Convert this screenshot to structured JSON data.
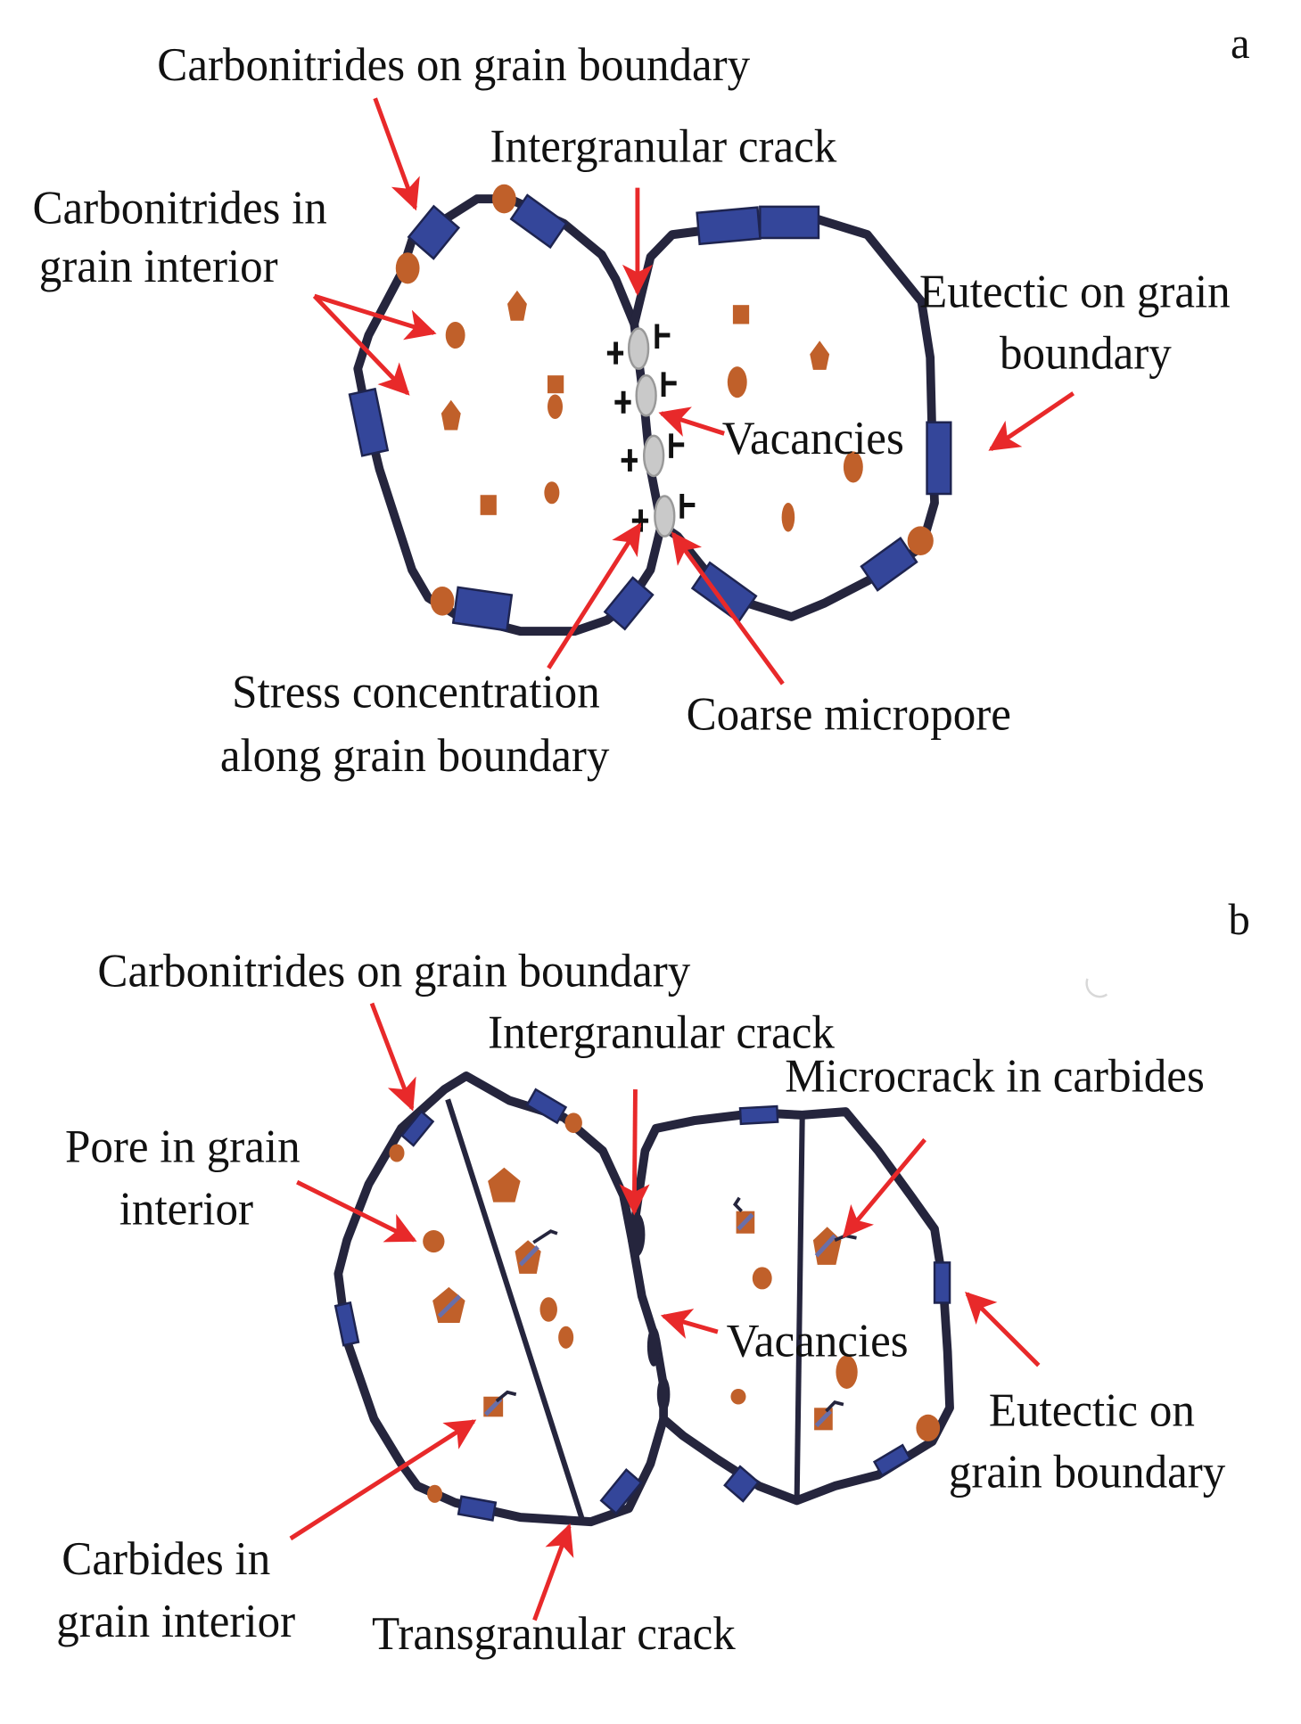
{
  "figure": {
    "panels": [
      {
        "id": "a",
        "letter": "a",
        "labels": {
          "carbonitrides_boundary": "Carbonitrides on grain boundary",
          "intergranular_crack": "Intergranular crack",
          "carbonitrides_interior_1": "Carbonitrides in",
          "carbonitrides_interior_2": "grain interior",
          "eutectic_1": "Eutectic on grain",
          "eutectic_2": "boundary",
          "vacancies": "Vacancies",
          "stress_1": "Stress concentration",
          "stress_2": "along grain boundary",
          "micropore": "Coarse micropore"
        }
      },
      {
        "id": "b",
        "letter": "b",
        "labels": {
          "carbonitrides_boundary": "Carbonitrides on grain boundary",
          "intergranular_crack": "Intergranular crack",
          "microcrack": "Microcrack in carbides",
          "pore_1": "Pore  in grain",
          "pore_2": "interior",
          "vacancies": "Vacancies",
          "eutectic_1": "Eutectic on",
          "eutectic_2": "grain boundary",
          "carbides_1": "Carbides in",
          "carbides_2": "grain interior",
          "transgranular": "Transgranular crack"
        }
      }
    ],
    "colors": {
      "eutectic": "#34469a",
      "carbide": "#c0602a",
      "boundary": "#25253d",
      "arrow": "#e8292a",
      "pore": "#c9c9c9"
    }
  }
}
